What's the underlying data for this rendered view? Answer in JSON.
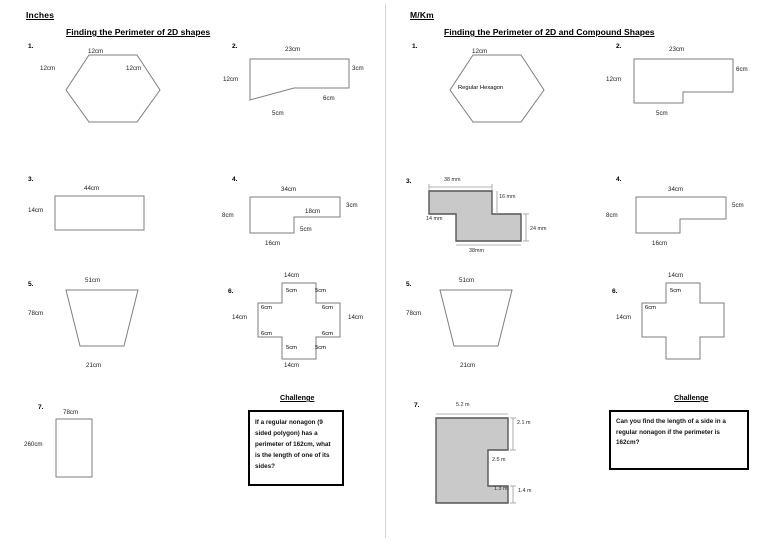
{
  "worksheet": {
    "left": {
      "unit_label": "Inches",
      "title": "Finding the Perimeter of 2D shapes",
      "questions": {
        "q1": {
          "number": "1.",
          "top": "12cm",
          "left": "12cm",
          "right": "12cm"
        },
        "q2": {
          "number": "2.",
          "top": "23cm",
          "left": "12cm",
          "right": "3cm",
          "bottom": "5cm",
          "slant": "6cm"
        },
        "q3": {
          "number": "3.",
          "top": "44cm",
          "left": "14cm"
        },
        "q4": {
          "number": "4.",
          "top": "34cm",
          "left": "8cm",
          "right": "3cm",
          "step_top": "18cm",
          "step_side": "5cm",
          "bottom": "16cm"
        },
        "q5": {
          "number": "5.",
          "top": "51cm",
          "left": "78cm",
          "bottom": "21cm"
        },
        "q6": {
          "number": "6.",
          "top": "14cm",
          "bottom": "14cm",
          "left": "14cm",
          "right": "14cm",
          "top_left": "5cm",
          "top_right": "5cm",
          "mid_left_upper": "6cm",
          "mid_right_upper": "6cm",
          "mid_left_lower": "6cm",
          "mid_right_lower": "6cm",
          "bottom_left": "5cm",
          "bottom_right": "5cm"
        },
        "q7": {
          "number": "7.",
          "top": "78cm",
          "left": "260cm"
        }
      },
      "challenge": {
        "heading": "Challenge",
        "text": "If a regular nonagon (9 sided polygon) has a perimeter of 162cm, what is the length of one of its sides?"
      }
    },
    "right": {
      "unit_label": "M/Km",
      "title": "Finding the Perimeter of 2D and Compound Shapes",
      "questions": {
        "q1": {
          "number": "1.",
          "top": "12cm",
          "inner": "Regular Hexagon"
        },
        "q2": {
          "number": "2.",
          "top": "23cm",
          "left": "12cm",
          "right": "6cm",
          "bottom": "5cm"
        },
        "q3": {
          "number": "3.",
          "top": "38 mm",
          "right_upper": "16 mm",
          "left": "14 mm",
          "right_lower": "24 mm",
          "bottom": "38mm"
        },
        "q4": {
          "number": "4.",
          "top": "34cm",
          "left": "8cm",
          "right": "5cm",
          "bottom": "16cm"
        },
        "q5": {
          "number": "5.",
          "top": "51cm",
          "left": "78cm",
          "bottom": "21cm"
        },
        "q6": {
          "number": "6.",
          "top": "14cm",
          "left": "14cm",
          "top_left": "5cm",
          "mid_left": "6cm"
        },
        "q7": {
          "number": "7.",
          "top": "5.2 m",
          "right_upper": "2.1 m",
          "step": "2.5 m",
          "step_lower": "1.3 m",
          "right_lower": "1.4 m"
        }
      },
      "challenge": {
        "heading": "Challenge",
        "text": "Can you find the length of a side in a regular nonagon if the perimeter is 162cm?"
      }
    }
  }
}
